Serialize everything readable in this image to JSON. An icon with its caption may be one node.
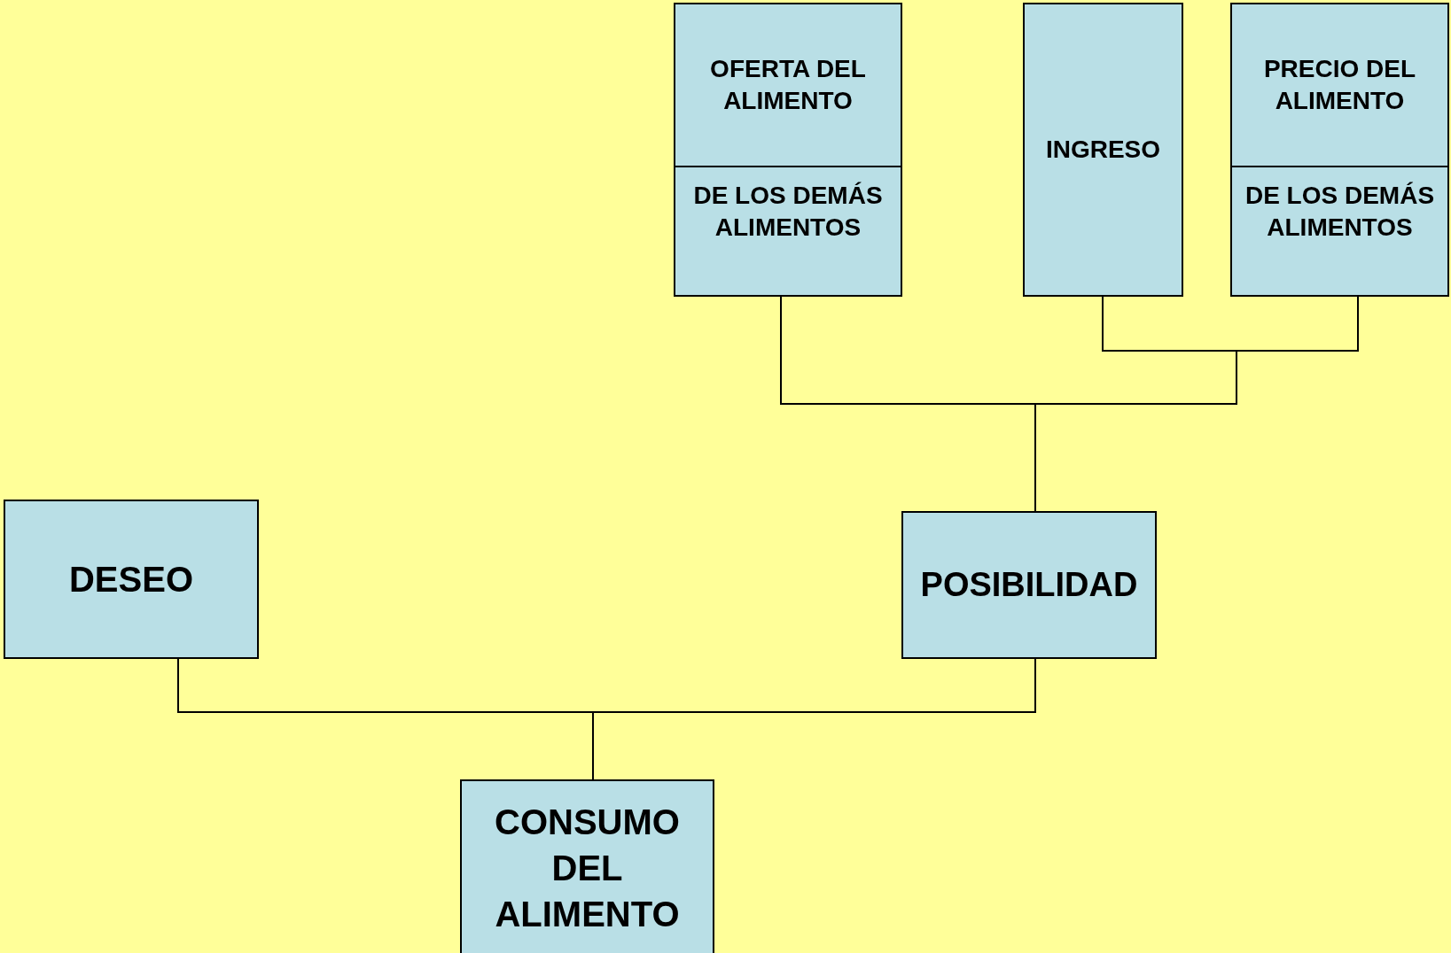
{
  "diagram": {
    "nodes": [
      {
        "text": [
          "OFERTA DEL ALIMENTO",
          "DE LOS DEMÁS ALIMENTOS"
        ]
      },
      {
        "text": [
          "INGRESO"
        ]
      },
      {
        "text": [
          "PRECIO DEL ALIMENTO",
          "DE LOS DEMÁS ALIMENTOS"
        ]
      },
      {
        "text": [
          "DESEO"
        ]
      },
      {
        "text": [
          "POSIBILIDAD"
        ]
      },
      {
        "text": [
          "CONSUMO DEL ALIMENTO"
        ]
      }
    ],
    "edges": [
      {
        "from": 0,
        "to": 4,
        "arrow": "none"
      },
      {
        "from": 1,
        "to": 4,
        "arrow": "none"
      },
      {
        "from": 2,
        "to": 4,
        "arrow": "none"
      },
      {
        "from": 3,
        "to": 5,
        "arrow": "none"
      },
      {
        "from": 4,
        "to": 5,
        "arrow": "none"
      }
    ]
  }
}
